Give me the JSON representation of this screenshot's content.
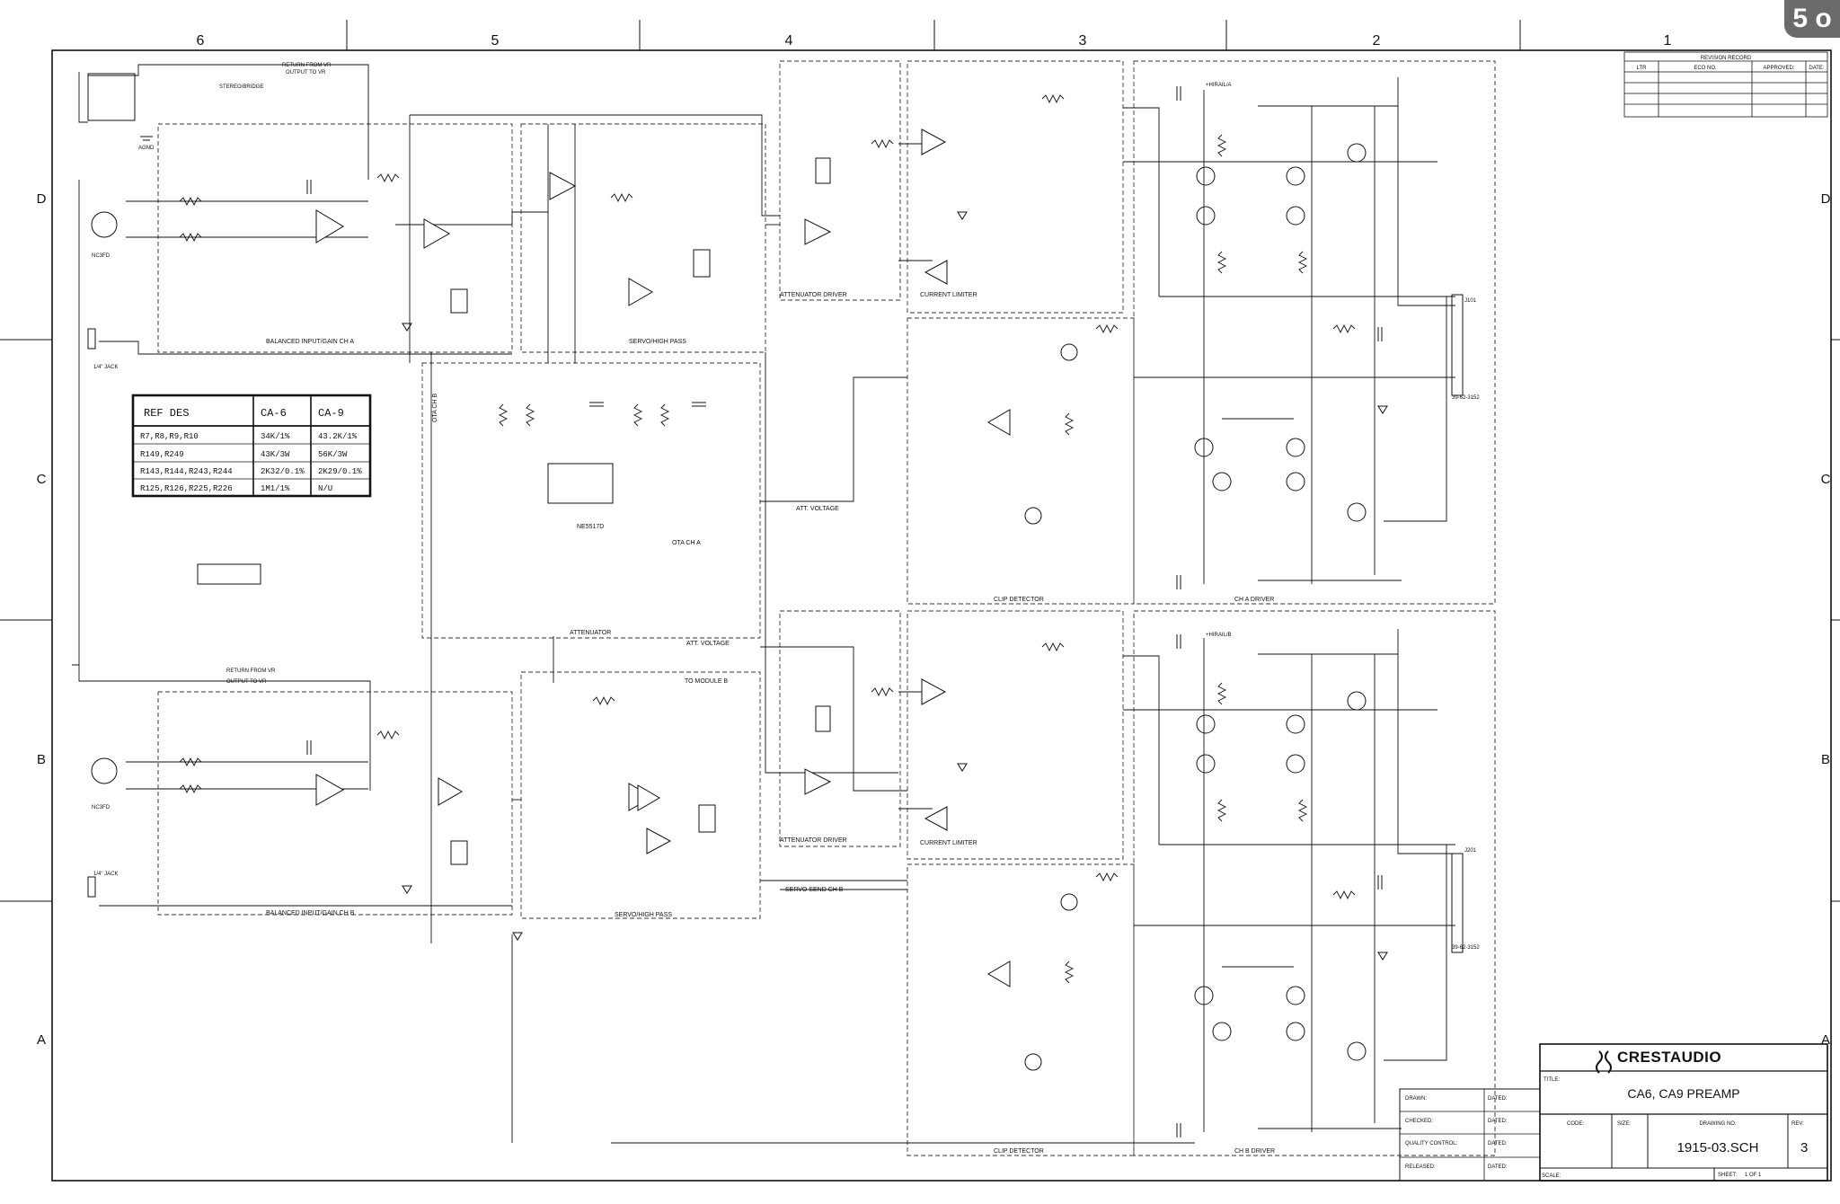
{
  "page_badge": "5 o",
  "zone_columns": [
    "6",
    "5",
    "4",
    "3",
    "2",
    "1"
  ],
  "zone_rows": [
    "D",
    "C",
    "B",
    "A"
  ],
  "revision_record": {
    "title": "REVISION RECORD",
    "headers": [
      "LTR",
      "ECO NO.",
      "APPROVED:",
      "DATE:"
    ]
  },
  "ref_des_table": {
    "headers": [
      "REF DES",
      "CA-6",
      "CA-9"
    ],
    "rows": [
      [
        "R7,R8,R9,R10",
        "34K/1%",
        "43.2K/1%"
      ],
      [
        "R149,R249",
        "43K/3W",
        "56K/3W"
      ],
      [
        "R143,R144,R243,R244",
        "2K32/0.1%",
        "2K29/0.1%"
      ],
      [
        "R125,R126,R225,R226",
        "1M1/1%",
        "N/U"
      ]
    ]
  },
  "section_labels": {
    "balanced_a": "BALANCED INPUT/GAIN CH A",
    "balanced_b": "BALANCED INPUT/GAIN CH B",
    "servo_a": "SERVO/HIGH PASS",
    "servo_b": "SERVO/HIGH PASS",
    "attenuator": "ATTENUATOR",
    "att_driver_a": "ATTENUATOR DRIVER",
    "att_driver_b": "ATTENUATOR DRIVER",
    "current_limiter_a": "CURRENT LIMITER",
    "current_limiter_b": "CURRENT LIMITER",
    "clip_detector_a": "CLIP DETECTOR",
    "clip_detector_b": "CLIP DETECTOR",
    "ch_a_driver": "CH A DRIVER",
    "ch_b_driver": "CH B DRIVER",
    "ota_ch_b": "OTA CH B",
    "ota_ch_a": "OTA CH A",
    "att_voltage_1": "ATT. VOLTAGE",
    "att_voltage_2": "ATT. VOLTAGE",
    "servo_send_b": "SERVO SEND CH B",
    "to_module_b": "TO MODULE B",
    "return_from_vr_a": "RETURN FROM VR",
    "output_to_vr_a": "OUTPUT TO VR",
    "return_from_vr_b": "RETURN FROM VR",
    "output_to_vr_b": "OUTPUT TO VR",
    "stereo_bridge": "STEREO/BRIDGE",
    "jack_a": "1/4\" JACK",
    "jack_b": "1/4\" JACK",
    "nc3fd_a": "NC3FD",
    "nc3fd_b": "NC3FD",
    "connector_a": "39-62-3152",
    "connector_b": "39-62-3152",
    "j101": "J101",
    "j201": "J201",
    "ic4": "NE5517D",
    "agnd": "AGND",
    "hirail_a": "+HIRAIL/A",
    "hirail_b": "+HIRAIL/B"
  },
  "title_block": {
    "logo_text": "CRESTAUDIO",
    "title_label": "TITLE:",
    "title": "CA6, CA9 PREAMP",
    "code_label": "CODE:",
    "size_label": "SIZE:",
    "drawing_no_label": "DRAWING NO.",
    "drawing_no": "1915-03.SCH",
    "rev_label": "REV:",
    "rev": "3",
    "scale_label": "SCALE:",
    "sheet_label": "SHEET:",
    "sheet_value": "1 OF 1",
    "signoff": [
      {
        "label": "DRAWN:",
        "date_label": "DATED:"
      },
      {
        "label": "CHECKED:",
        "date_label": "DATED:"
      },
      {
        "label": "QUALITY CONTROL:",
        "date_label": "DATED:"
      },
      {
        "label": "RELEASED:",
        "date_label": "DATED:"
      }
    ]
  }
}
